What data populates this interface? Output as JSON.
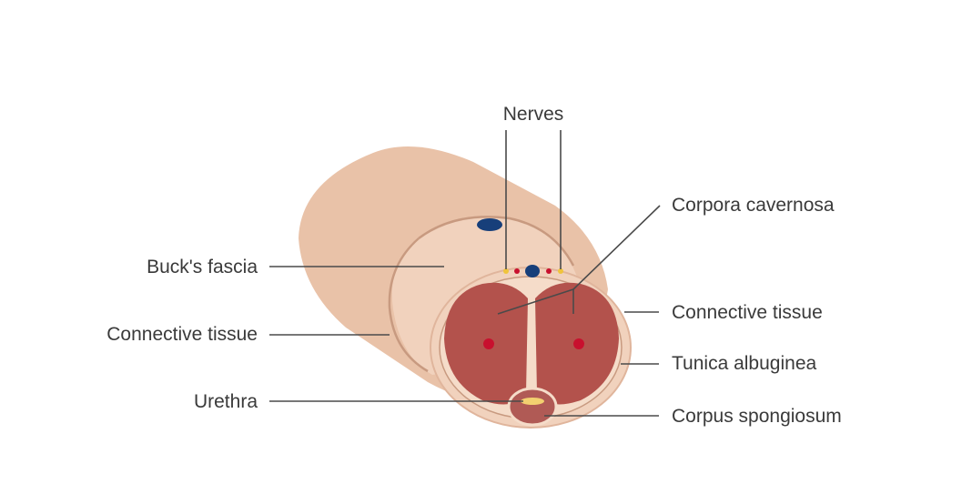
{
  "labels": {
    "nerves": "Nerves",
    "corpora_cavernosa": "Corpora cavernosa",
    "bucks_fascia": "Buck's fascia",
    "connective_tissue_left": "Connective tissue",
    "connective_tissue_right": "Connective tissue",
    "tunica_albuginea": "Tunica albuginea",
    "urethra": "Urethra",
    "corpus_spongiosum": "Corpus spongiosum"
  },
  "colors": {
    "skin_outer": "#e9c2a8",
    "skin_light": "#f1d2bd",
    "fascia": "#efcbb3",
    "ring_outline": "#c89a80",
    "erectile_tissue": "#b3524c",
    "corpus_spongiosum": "#b05a55",
    "artery": "#c8102e",
    "vein": "#173f7a",
    "nerve": "#f0c43b",
    "urethra": "#f2d070",
    "leader_line": "#4a4a4a"
  }
}
